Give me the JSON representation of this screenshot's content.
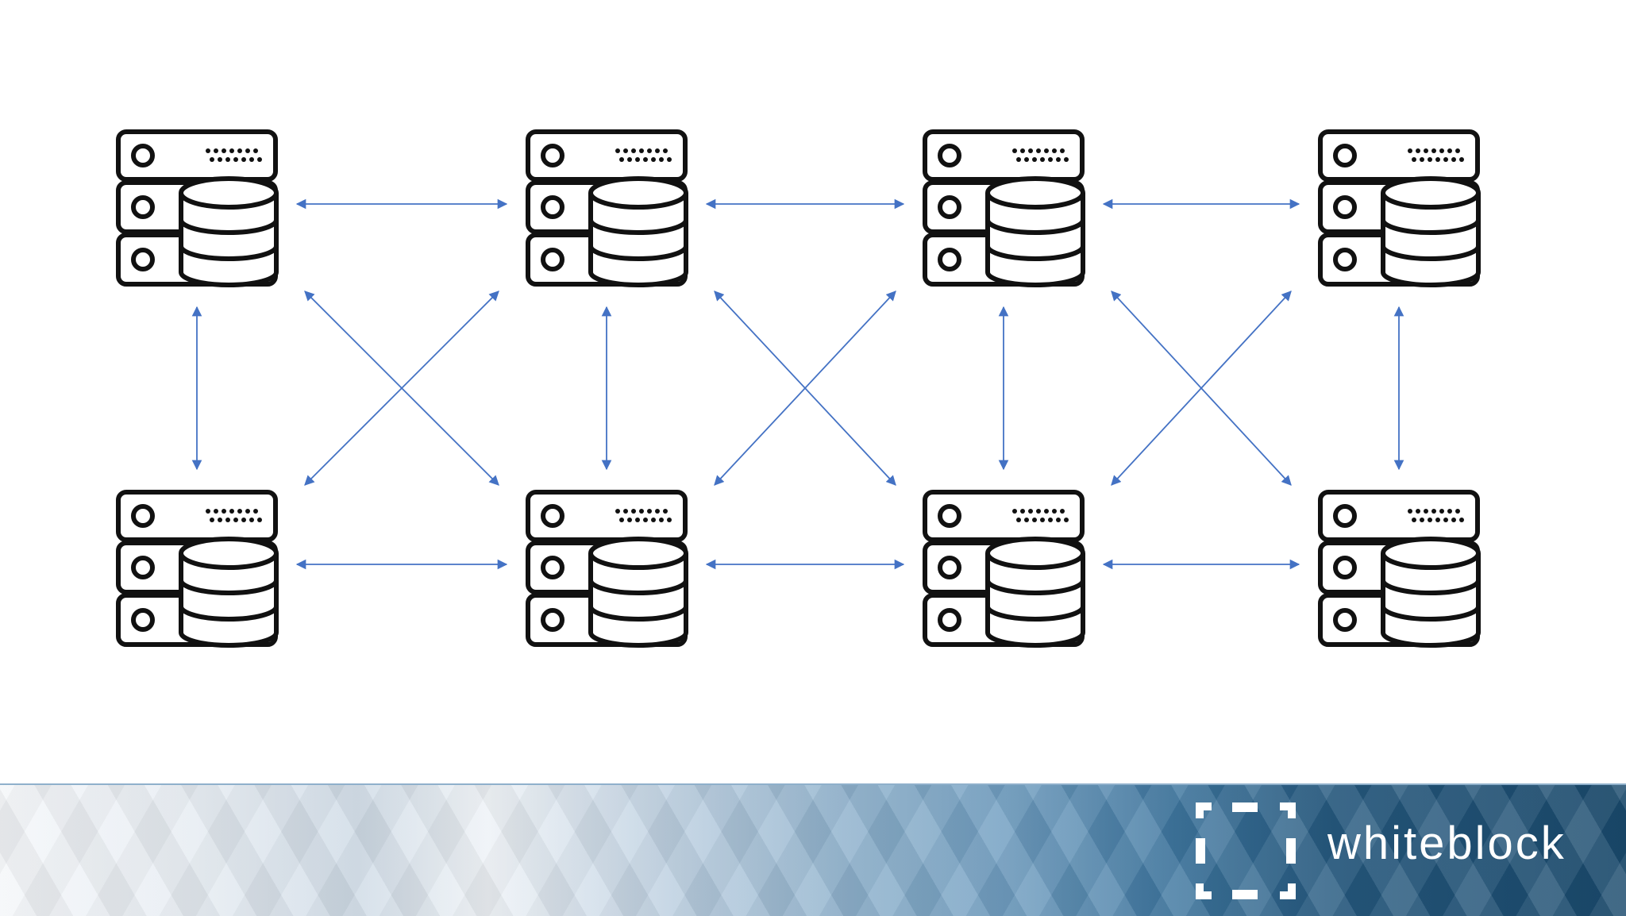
{
  "brand": {
    "name": "whiteblock"
  },
  "diagram": {
    "node_icon": "server-database-icon",
    "nodes": [
      {
        "id": "n1",
        "row": 1,
        "col": 1
      },
      {
        "id": "n2",
        "row": 1,
        "col": 2
      },
      {
        "id": "n3",
        "row": 1,
        "col": 3
      },
      {
        "id": "n4",
        "row": 1,
        "col": 4
      },
      {
        "id": "n5",
        "row": 2,
        "col": 1
      },
      {
        "id": "n6",
        "row": 2,
        "col": 2
      },
      {
        "id": "n7",
        "row": 2,
        "col": 3
      },
      {
        "id": "n8",
        "row": 2,
        "col": 4
      }
    ],
    "edges": [
      [
        "n1",
        "n2"
      ],
      [
        "n2",
        "n3"
      ],
      [
        "n3",
        "n4"
      ],
      [
        "n5",
        "n6"
      ],
      [
        "n6",
        "n7"
      ],
      [
        "n7",
        "n8"
      ],
      [
        "n1",
        "n5"
      ],
      [
        "n2",
        "n6"
      ],
      [
        "n3",
        "n7"
      ],
      [
        "n4",
        "n8"
      ],
      [
        "n1",
        "n6"
      ],
      [
        "n2",
        "n5"
      ],
      [
        "n2",
        "n7"
      ],
      [
        "n3",
        "n6"
      ],
      [
        "n3",
        "n8"
      ],
      [
        "n4",
        "n7"
      ]
    ],
    "edge_style": "bidirectional-arrow"
  },
  "colors": {
    "arrow": "#4472c4",
    "icon_stroke": "#111111"
  }
}
